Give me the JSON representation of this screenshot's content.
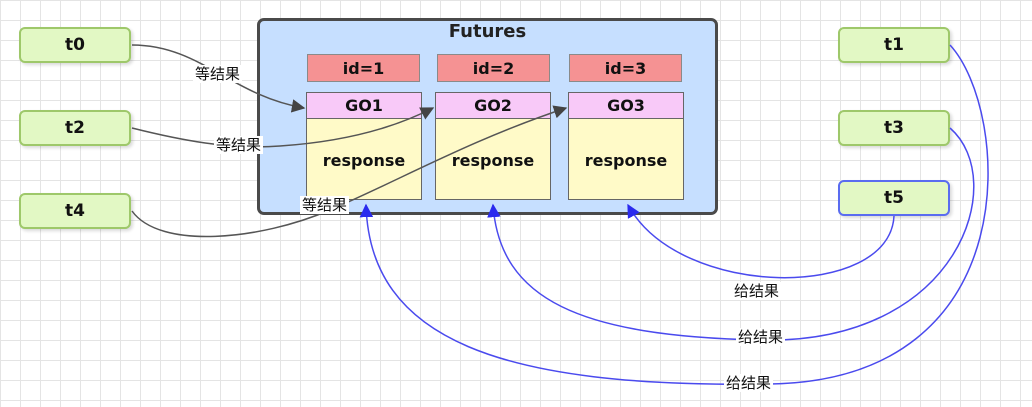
{
  "container": {
    "title": "Futures"
  },
  "ids": [
    "id=1",
    "id=2",
    "id=3"
  ],
  "gos": [
    {
      "name": "GO1",
      "body": "response"
    },
    {
      "name": "GO2",
      "body": "response"
    },
    {
      "name": "GO3",
      "body": "response"
    }
  ],
  "threads": {
    "left": [
      "t0",
      "t2",
      "t4"
    ],
    "right": [
      "t1",
      "t3",
      "t5"
    ]
  },
  "edge_labels": {
    "wait": "等结果",
    "give": "给结果"
  },
  "colors": {
    "thread_fill": "#e2f8c4",
    "futures_fill": "#c6dfff",
    "id_fill": "#f59293",
    "go_header_fill": "#f8c9f8",
    "response_fill": "#fffac8",
    "give_arrow": "#3333ee",
    "wait_arrow": "#444444"
  }
}
